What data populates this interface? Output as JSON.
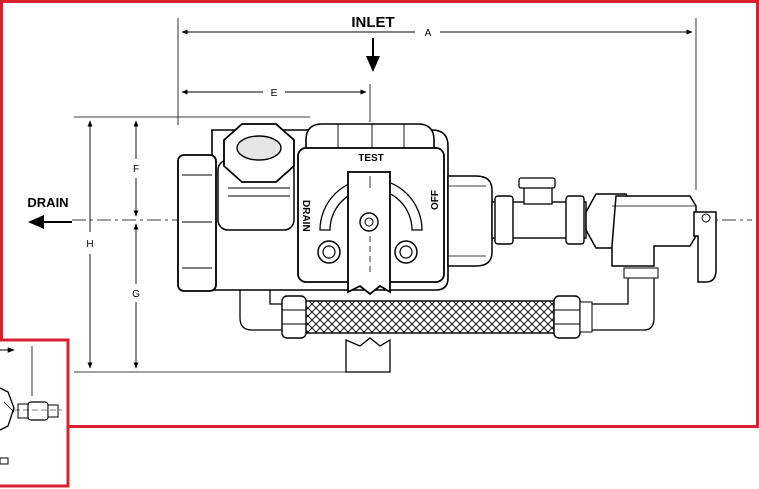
{
  "labels": {
    "inlet": "INLET",
    "drain": "DRAIN",
    "test": "TEST",
    "handle_drain": "DRAIN",
    "handle_off": "OFF"
  },
  "dimensions": {
    "a": "A",
    "e": "E",
    "f": "F",
    "g": "G",
    "h": "H"
  },
  "colors": {
    "frame": "#d8202f",
    "line": "#000000",
    "valve_body": "#ffffff",
    "shade": "#e6e6e6"
  }
}
